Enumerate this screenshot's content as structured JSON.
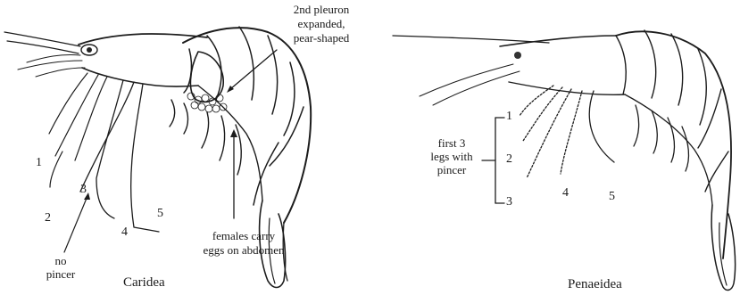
{
  "caridea": {
    "title": "Caridea",
    "pleuron_label": [
      "2nd pleuron",
      "expanded,",
      "pear-shaped"
    ],
    "eggs_label": [
      "females carry",
      "eggs on abdomen"
    ],
    "no_pincer_label": [
      "no",
      "pincer"
    ],
    "leg_numbers": [
      "1",
      "2",
      "3",
      "4",
      "5"
    ]
  },
  "penaeidea": {
    "title": "Penaeidea",
    "pincer_label": [
      "first 3",
      "legs with",
      "pincer"
    ],
    "leg_numbers": [
      "1",
      "2",
      "3",
      "4",
      "5"
    ]
  }
}
